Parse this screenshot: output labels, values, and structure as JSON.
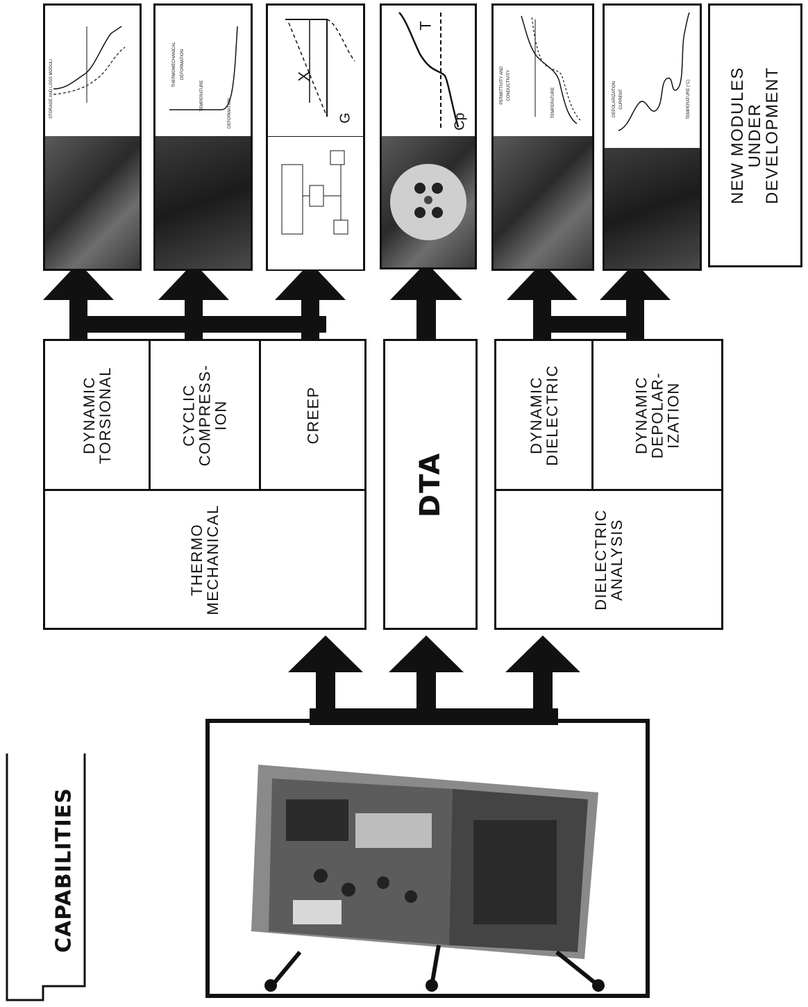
{
  "capabilities_label": "CAPABILITIES",
  "categories": [
    {
      "label": "THERMO\nMECHANICAL"
    },
    {
      "label": "DTA"
    },
    {
      "label": "DIELECTRIC\nANALYSIS"
    }
  ],
  "modules": [
    {
      "label": "DYNAMIC\nTORSIONAL"
    },
    {
      "label": "CYCLIC\nCOMPRESS-\nION"
    },
    {
      "label": "CREEP"
    },
    {
      "label": "DYNAMIC\nDIELECTRIC"
    },
    {
      "label": "DYNAMIC\nDEPOLAR-\nIZATION"
    }
  ],
  "new_modules_label": "NEW MODULES\nUNDER DEVELOPMENT",
  "panel_captions": {
    "p1": "STORAGE AND LOSS MODULI",
    "p2_a": "THERMOMECHANICAL",
    "p2_b": "DEFORMATION",
    "p2_c": "TEMPERATURE",
    "p2_d": "DEFORMATION",
    "p3_g": "G",
    "p3_x": "X",
    "p4_cp": "Cp",
    "p4_t": "T",
    "p5_a": "PERMITTIVITY AND",
    "p5_b": "CONDUCTIVITY",
    "p5_c": "TEMPERATURE",
    "p6_a": "DEPOLARIZATION",
    "p6_b": "CURRENT",
    "p6_c": "TEMPERATURE (°C)"
  },
  "colors": {
    "ink": "#111111",
    "paper": "#ffffff"
  }
}
